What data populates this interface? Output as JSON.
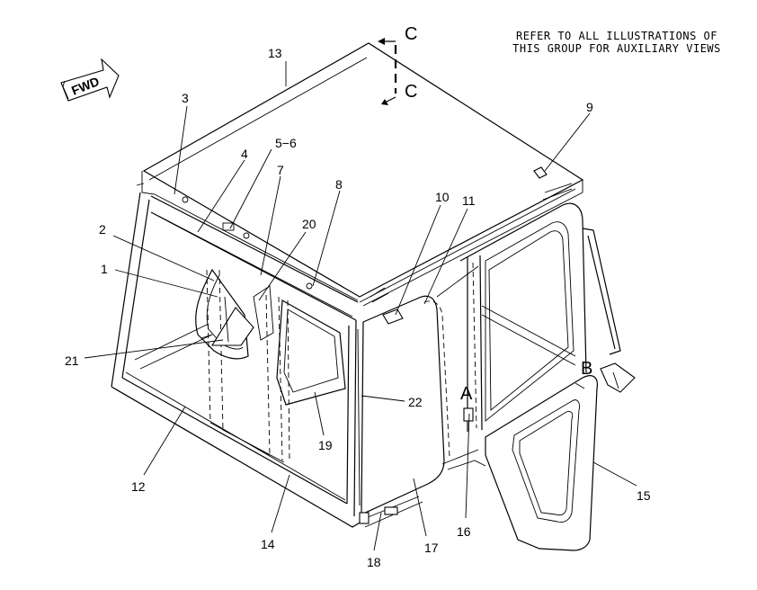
{
  "note": {
    "line1": "REFER TO ALL ILLUSTRATIONS OF",
    "line2": "THIS GROUP FOR AUXILIARY VIEWS"
  },
  "direction_arrow": {
    "label": "FWD"
  },
  "section_view": {
    "top_letter": "C",
    "bottom_letter": "C"
  },
  "view_markers": {
    "a": "A",
    "b": "B"
  },
  "callouts": {
    "c1": "1",
    "c2": "2",
    "c3": "3",
    "c4": "4",
    "c5_6": "5−6",
    "c7": "7",
    "c8": "8",
    "c9": "9",
    "c10": "10",
    "c11": "11",
    "c12": "12",
    "c13": "13",
    "c14": "14",
    "c15": "15",
    "c16": "16",
    "c17": "17",
    "c18": "18",
    "c19": "19",
    "c20": "20",
    "c21": "21",
    "c22": "22"
  }
}
